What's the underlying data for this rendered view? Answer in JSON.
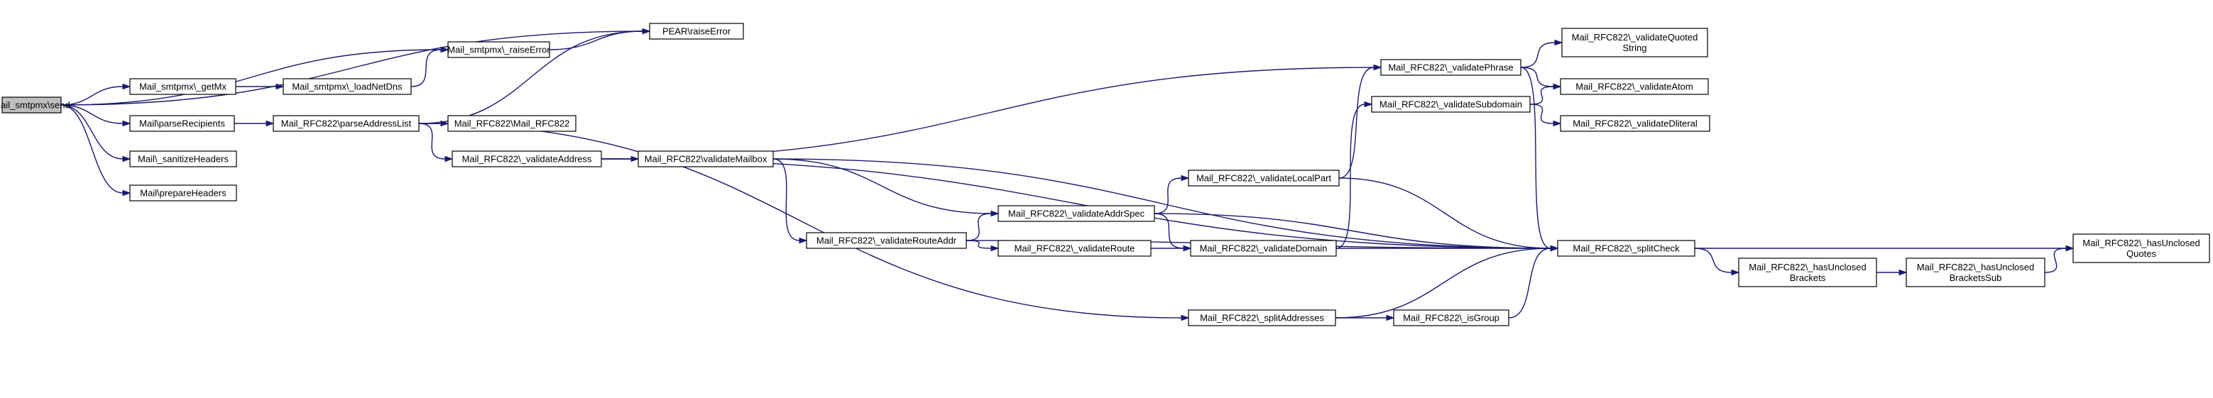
{
  "colors": {
    "edge": "#191970",
    "node_fill": "#ffffff",
    "root_fill": "#bfbfbf",
    "node_border": "#000000"
  },
  "nodes": [
    {
      "id": "send",
      "lines": [
        "Mail_smtpmx\\send"
      ],
      "root": true
    },
    {
      "id": "pearRaise",
      "lines": [
        "PEAR\\raiseError"
      ]
    },
    {
      "id": "raiseErr",
      "lines": [
        "Mail_smtpmx\\_raiseError"
      ]
    },
    {
      "id": "getMx",
      "lines": [
        "Mail_smtpmx\\_getMx"
      ]
    },
    {
      "id": "loadNet",
      "lines": [
        "Mail_smtpmx\\_loadNetDns"
      ]
    },
    {
      "id": "parseRec",
      "lines": [
        "Mail\\parseRecipients"
      ]
    },
    {
      "id": "parseAddr",
      "lines": [
        "Mail_RFC822\\parseAddressList"
      ]
    },
    {
      "id": "ctor",
      "lines": [
        "Mail_RFC822\\Mail_RFC822"
      ]
    },
    {
      "id": "sanitize",
      "lines": [
        "Mail\\_sanitizeHeaders"
      ]
    },
    {
      "id": "prepare",
      "lines": [
        "Mail\\prepareHeaders"
      ]
    },
    {
      "id": "valAddr",
      "lines": [
        "Mail_RFC822\\_validateAddress"
      ]
    },
    {
      "id": "valMailbox",
      "lines": [
        "Mail_RFC822\\validateMailbox"
      ]
    },
    {
      "id": "valRoute",
      "lines": [
        "Mail_RFC822\\_validateRouteAddr"
      ]
    },
    {
      "id": "valAddrSpec",
      "lines": [
        "Mail_RFC822\\_validateAddrSpec"
      ]
    },
    {
      "id": "valRoute2",
      "lines": [
        "Mail_RFC822\\_validateRoute"
      ]
    },
    {
      "id": "valLocal",
      "lines": [
        "Mail_RFC822\\_validateLocalPart"
      ]
    },
    {
      "id": "valDomain",
      "lines": [
        "Mail_RFC822\\_validateDomain"
      ]
    },
    {
      "id": "valPhrase",
      "lines": [
        "Mail_RFC822\\_validatePhrase"
      ]
    },
    {
      "id": "valSub",
      "lines": [
        "Mail_RFC822\\_validateSubdomain"
      ]
    },
    {
      "id": "valQuoted",
      "lines": [
        "Mail_RFC822\\_validateQuoted",
        "String"
      ]
    },
    {
      "id": "valAtom",
      "lines": [
        "Mail_RFC822\\_validateAtom"
      ]
    },
    {
      "id": "valDliteral",
      "lines": [
        "Mail_RFC822\\_validateDliteral"
      ]
    },
    {
      "id": "splitCheck",
      "lines": [
        "Mail_RFC822\\_splitCheck"
      ]
    },
    {
      "id": "splitAddr",
      "lines": [
        "Mail_RFC822\\_splitAddresses"
      ]
    },
    {
      "id": "isGroup",
      "lines": [
        "Mail_RFC822\\_isGroup"
      ]
    },
    {
      "id": "hasBrackets",
      "lines": [
        "Mail_RFC822\\_hasUnclosed",
        "Brackets"
      ]
    },
    {
      "id": "hasBracketsSub",
      "lines": [
        "Mail_RFC822\\_hasUnclosed",
        "BracketsSub"
      ]
    },
    {
      "id": "hasQuotes",
      "lines": [
        "Mail_RFC822\\_hasUnclosed",
        "Quotes"
      ]
    }
  ],
  "edges": [
    [
      "send",
      "pearRaise"
    ],
    [
      "send",
      "raiseErr"
    ],
    [
      "send",
      "getMx"
    ],
    [
      "send",
      "parseRec"
    ],
    [
      "send",
      "sanitize"
    ],
    [
      "send",
      "prepare"
    ],
    [
      "raiseErr",
      "pearRaise"
    ],
    [
      "getMx",
      "loadNet"
    ],
    [
      "loadNet",
      "raiseErr"
    ],
    [
      "parseRec",
      "parseAddr"
    ],
    [
      "parseAddr",
      "pearRaise"
    ],
    [
      "parseAddr",
      "ctor"
    ],
    [
      "parseAddr",
      "valAddr"
    ],
    [
      "parseAddr",
      "splitAddr"
    ],
    [
      "valAddr",
      "valPhrase"
    ],
    [
      "valAddr",
      "valMailbox"
    ],
    [
      "valAddr",
      "splitCheck"
    ],
    [
      "valMailbox",
      "splitCheck"
    ],
    [
      "valMailbox",
      "valAddrSpec"
    ],
    [
      "valMailbox",
      "valRoute"
    ],
    [
      "valRoute",
      "valAddrSpec"
    ],
    [
      "valRoute",
      "valRoute2"
    ],
    [
      "valRoute",
      "splitCheck"
    ],
    [
      "valAddrSpec",
      "valLocal"
    ],
    [
      "valAddrSpec",
      "valDomain"
    ],
    [
      "valAddrSpec",
      "splitCheck"
    ],
    [
      "valRoute2",
      "valDomain"
    ],
    [
      "valLocal",
      "valPhrase"
    ],
    [
      "valLocal",
      "splitCheck"
    ],
    [
      "valDomain",
      "valSub"
    ],
    [
      "valDomain",
      "splitCheck"
    ],
    [
      "valPhrase",
      "valQuoted"
    ],
    [
      "valPhrase",
      "valAtom"
    ],
    [
      "valPhrase",
      "splitCheck"
    ],
    [
      "valSub",
      "valAtom"
    ],
    [
      "valSub",
      "valDliteral"
    ],
    [
      "splitAddr",
      "isGroup"
    ],
    [
      "splitAddr",
      "splitCheck"
    ],
    [
      "isGroup",
      "splitCheck"
    ],
    [
      "splitCheck",
      "hasQuotes"
    ],
    [
      "splitCheck",
      "hasBrackets"
    ],
    [
      "hasBrackets",
      "hasBracketsSub"
    ],
    [
      "hasBracketsSub",
      "hasQuotes"
    ]
  ]
}
